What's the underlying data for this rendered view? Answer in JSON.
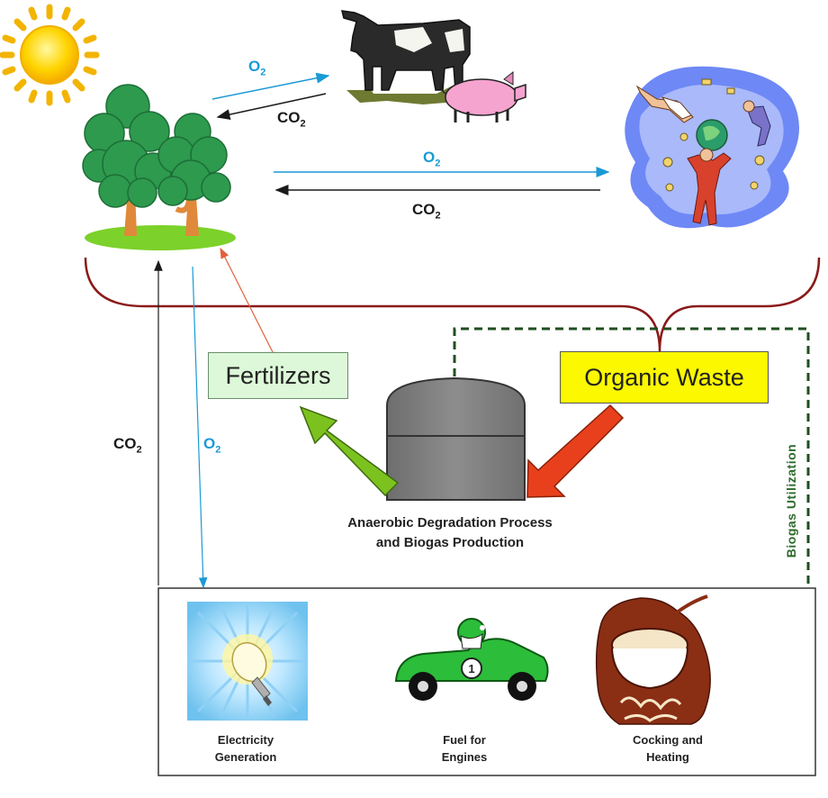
{
  "gases": {
    "o2_main": "O",
    "co2_main": "CO",
    "sub": "2"
  },
  "boxes": {
    "fertilizers": "Fertilizers",
    "organic_waste": "Organic Waste"
  },
  "process": {
    "line1": "Anaerobic Degradation Process",
    "line2": "and Biogas Production"
  },
  "biogas_utilization": "Biogas Utilization",
  "uses": {
    "electricity": {
      "line1": "Electricity",
      "line2": "Generation"
    },
    "fuel": {
      "line1": "Fuel for",
      "line2": "Engines"
    },
    "cooking": {
      "line1": "Cocking and",
      "line2": "Heating"
    }
  },
  "colors": {
    "o2": "#1a9ad6",
    "co2": "#1a1a1a",
    "brace": "#8b1a1a",
    "biogas_dash": "#1f4f1f",
    "fertilizer_arrow": "#7cc21f",
    "waste_arrow": "#e8401c",
    "fertilizer_line": "#e2603c",
    "digester": "#7d7d7d"
  }
}
